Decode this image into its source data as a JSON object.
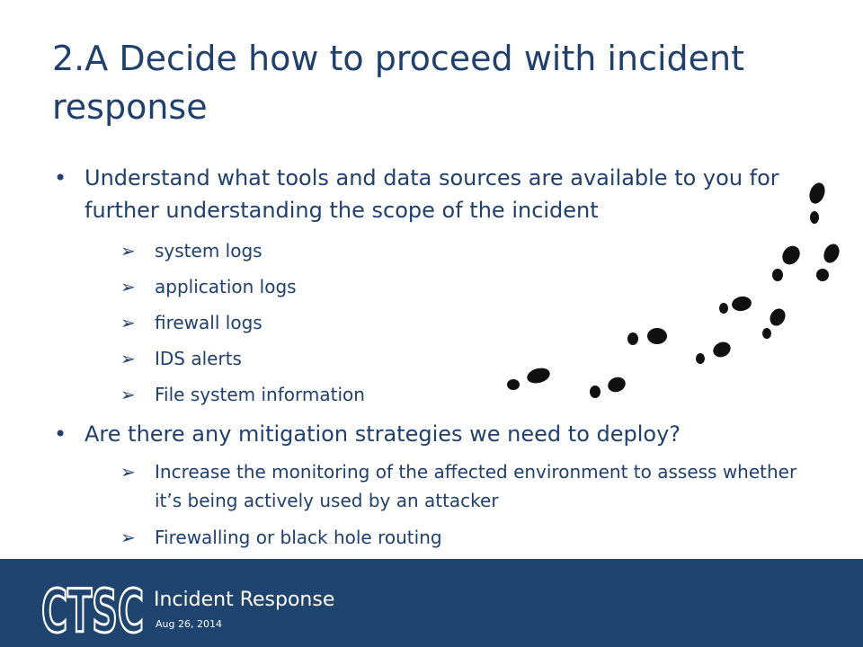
{
  "slide": {
    "title": "2.A Decide how to proceed with incident response",
    "bullets": [
      {
        "marker": "•",
        "text": "Understand what tools and data sources are available to you for further understanding the scope of the incident",
        "subitems": [
          {
            "marker": "➢",
            "text": "system logs"
          },
          {
            "marker": "➢",
            "text": "application logs"
          },
          {
            "marker": "➢",
            "text": "firewall logs"
          },
          {
            "marker": "➢",
            "text": "IDS alerts"
          },
          {
            "marker": "➢",
            "text": "File system information"
          }
        ]
      },
      {
        "marker": "•",
        "text": "Are there any mitigation strategies we need to deploy?",
        "subitems": [
          {
            "marker": "➢",
            "text": "Increase the monitoring of the affected environment to assess whether it’s being actively used by an attacker"
          },
          {
            "marker": "➢",
            "text": "Firewalling or black hole routing"
          }
        ]
      }
    ],
    "decoration_icon": "footprints-icon"
  },
  "footer": {
    "logo_text": "CTSC",
    "title": "Incident Response",
    "date": "Aug 26, 2014"
  },
  "colors": {
    "title": "#1f3f6e",
    "body_text": "#1f3f6e",
    "footer_bg": "#204470",
    "footer_text": "#ffffff",
    "footprints": "#111111"
  }
}
